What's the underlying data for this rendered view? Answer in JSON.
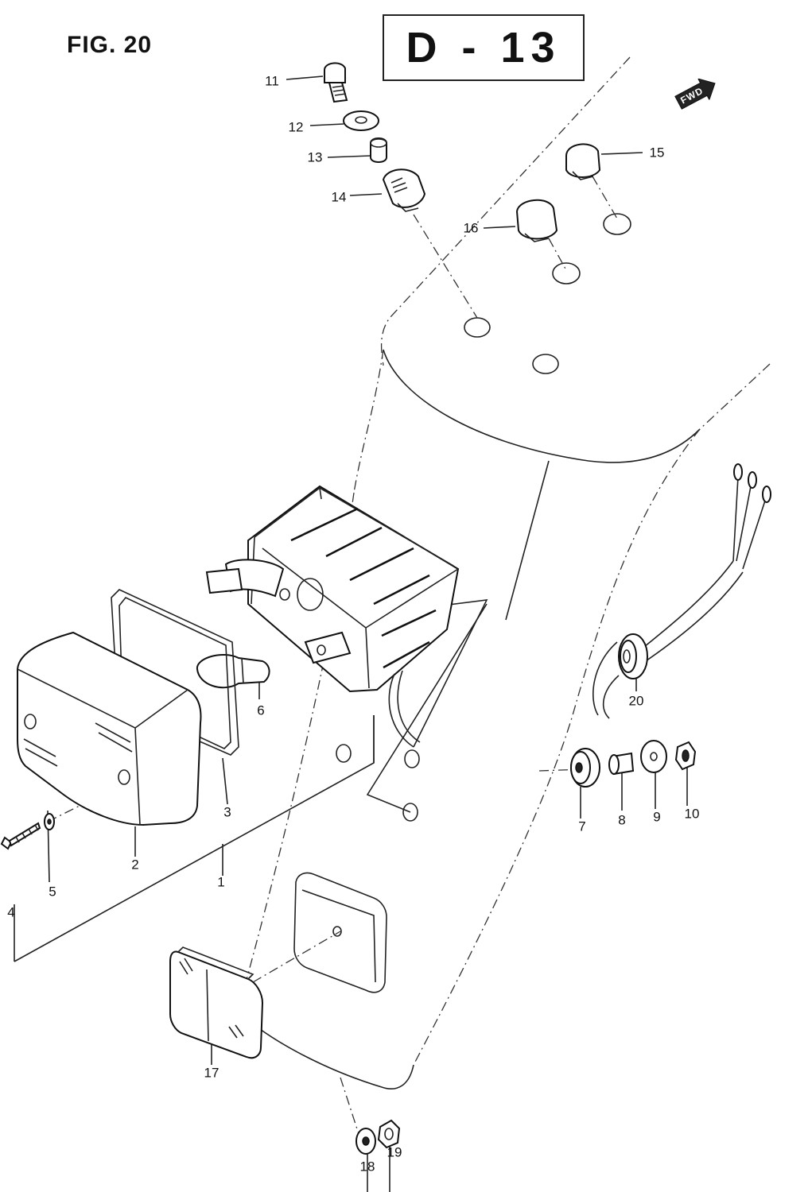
{
  "figure": {
    "title": "FIG. 20",
    "section_code": "D - 13",
    "direction_label": "FWD"
  },
  "callouts": [
    {
      "id": "1",
      "label": "1"
    },
    {
      "id": "2",
      "label": "2"
    },
    {
      "id": "3",
      "label": "3"
    },
    {
      "id": "4",
      "label": "4"
    },
    {
      "id": "5",
      "label": "5"
    },
    {
      "id": "6",
      "label": "6"
    },
    {
      "id": "7",
      "label": "7"
    },
    {
      "id": "8",
      "label": "8"
    },
    {
      "id": "9",
      "label": "9"
    },
    {
      "id": "10",
      "label": "10"
    },
    {
      "id": "11",
      "label": "11"
    },
    {
      "id": "12",
      "label": "12"
    },
    {
      "id": "13",
      "label": "13"
    },
    {
      "id": "14",
      "label": "14"
    },
    {
      "id": "15",
      "label": "15"
    },
    {
      "id": "16",
      "label": "16"
    },
    {
      "id": "17",
      "label": "17"
    },
    {
      "id": "18",
      "label": "18"
    },
    {
      "id": "19",
      "label": "19"
    },
    {
      "id": "20",
      "label": "20"
    }
  ]
}
